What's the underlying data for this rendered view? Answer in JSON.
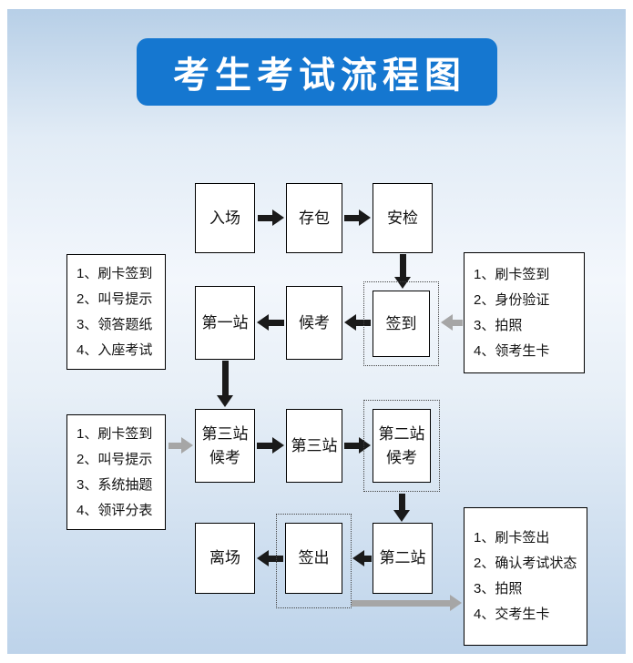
{
  "title": "考生考试流程图",
  "colors": {
    "banner_bg": "#1577d0",
    "banner_text": "#ffffff",
    "arrow_black": "#1a1a1a",
    "arrow_gray": "#a6a6a6",
    "node_bg": "#ffffff",
    "node_border": "#000000",
    "bg_top": "#b7cfe7",
    "bg_mid": "#f3f7fc",
    "bg_bottom": "#bdd3ea"
  },
  "nodes": {
    "entry": "入场",
    "bag": "存包",
    "security": "安检",
    "sign_in": "签到",
    "waiting": "候考",
    "station1": "第一站",
    "station3_wait": "第三站\n候考",
    "station3": "第三站",
    "station2_wait": "第二站\n候考",
    "station2": "第二站",
    "sign_out": "签出",
    "exit": "离场"
  },
  "notes": {
    "station1": [
      "1、刷卡签到",
      "2、叫号提示",
      "3、领答题纸",
      "4、入座考试"
    ],
    "sign_in": [
      "1、刷卡签到",
      "2、身份验证",
      "3、拍照",
      "4、领考生卡"
    ],
    "station3": [
      "1、刷卡签到",
      "2、叫号提示",
      "3、系统抽题",
      "4、领评分表"
    ],
    "sign_out": [
      "1、刷卡签出",
      "2、确认考试状态",
      "3、拍照",
      "4、交考生卡"
    ]
  }
}
